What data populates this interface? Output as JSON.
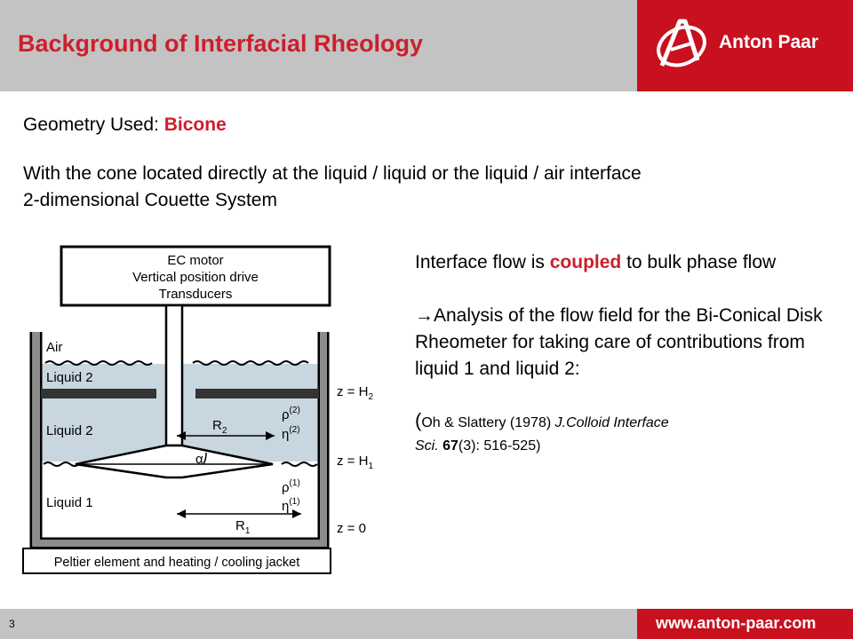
{
  "header": {
    "title": "Background of Interfacial Rheology"
  },
  "logo": {
    "text": "Anton Paar"
  },
  "geometry": {
    "label": "Geometry Used: ",
    "value": "Bicone"
  },
  "description": {
    "line1": "With the cone located directly at the liquid / liquid or the liquid / air interface",
    "line2": "2-dimensional Couette System"
  },
  "diagram": {
    "motor_lines": [
      "EC motor",
      "Vertical position drive",
      "Transducers"
    ],
    "air": "Air",
    "liquid2_top": "Liquid 2",
    "liquid2": "Liquid 2",
    "liquid1": "Liquid 1",
    "r2": "R",
    "r2_sub": "2",
    "r1": "R",
    "r1_sub": "1",
    "alpha": "α",
    "rho": "ρ",
    "eta": "η",
    "sup2": "(2)",
    "sup1": "(1)",
    "z_h2": "z = H",
    "z_h2_sub": "2",
    "z_h1": "z = H",
    "z_h1_sub": "1",
    "z_0": "z = 0",
    "peltier": "Peltier element and heating / cooling jacket"
  },
  "right": {
    "p1_pre": "Interface flow is ",
    "p1_red": "coupled",
    "p1_post": " to bulk phase flow",
    "p2_arrow": "→",
    "p2_text": "Analysis of the flow field for the Bi-Conical Disk Rheometer for taking care of contributions from liquid 1 and liquid 2:",
    "ref_paren_open": "(",
    "ref_authors": "Oh & Slattery (1978) ",
    "ref_journal1": "J.Colloid Interface",
    "ref_journal2": "Sci.",
    "ref_volume": "67",
    "ref_rest": "(3): 516-525)"
  },
  "footer": {
    "page": "3",
    "url": "www.anton-paar.com"
  },
  "colors": {
    "accent_red": "#cc1f2c",
    "brand_red": "#c8101e",
    "header_gray": "#c3c3c3",
    "liquid_fill": "#c7d6df"
  }
}
